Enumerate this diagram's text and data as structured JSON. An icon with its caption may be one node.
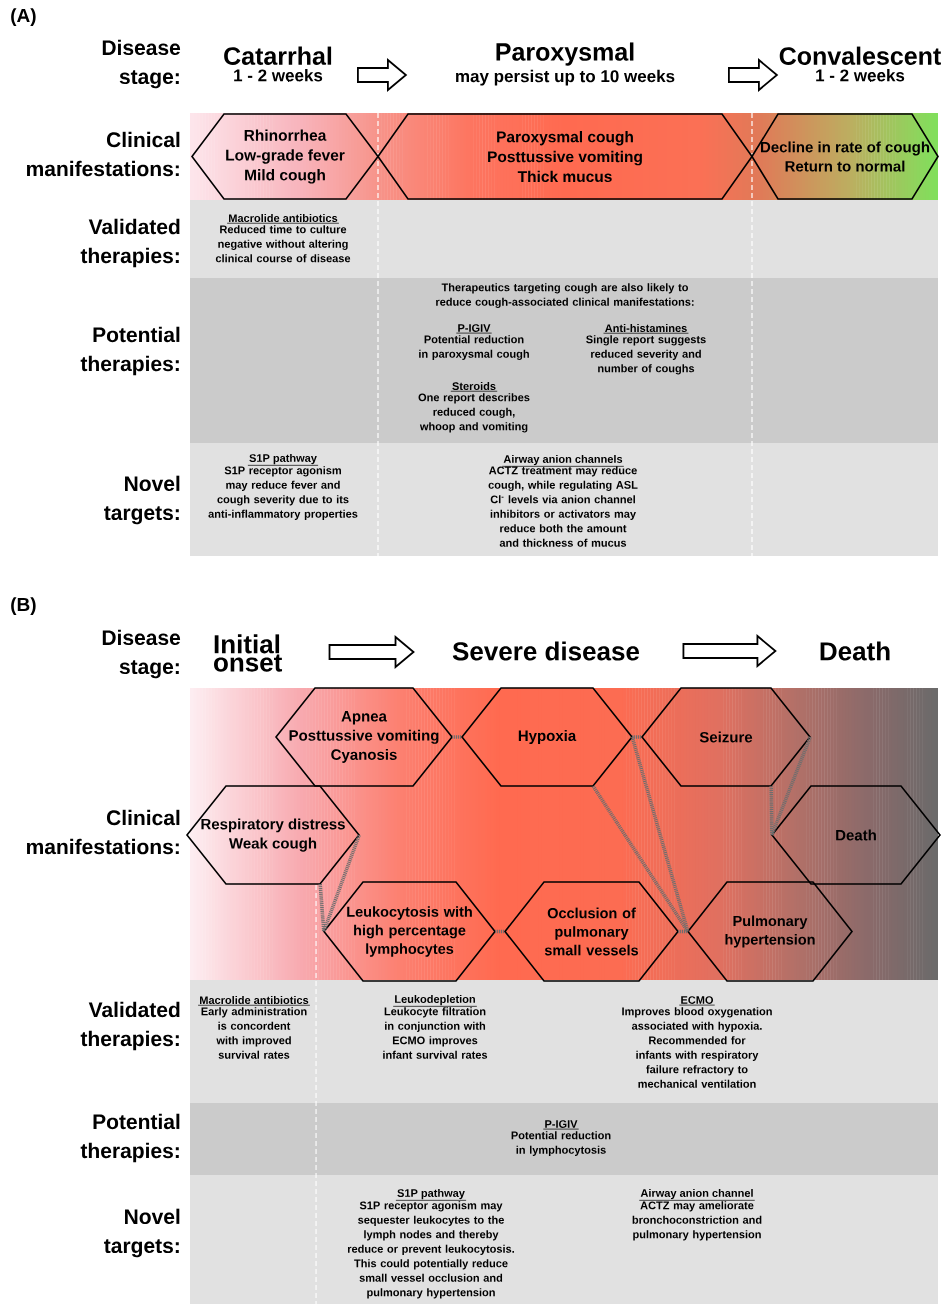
{
  "diagram": {
    "nodes": [
      {
        "text": [
          "Catarrhal",
          "1 - 2 weeks"
        ]
      },
      {
        "text": [
          "Paroxysmal",
          "may persist up to 10 weeks"
        ]
      },
      {
        "text": [
          "Convalescent",
          "1 - 2 weeks"
        ]
      },
      {
        "text": [
          "Rhinorrhea",
          "Low-grade fever",
          "Mild cough"
        ]
      },
      {
        "text": [
          "Paroxysmal cough",
          "Posttussive vomiting",
          "Thick mucus"
        ]
      },
      {
        "text": [
          "Decline in rate of cough",
          "Return to normal"
        ]
      },
      {
        "text": [
          "Initial onset"
        ]
      },
      {
        "text": [
          "Severe disease"
        ]
      },
      {
        "text": [
          "Death"
        ]
      },
      {
        "text": [
          "Apnea",
          "Posttussive vomiting",
          "Cyanosis"
        ]
      },
      {
        "text": [
          "Hypoxia"
        ]
      },
      {
        "text": [
          "Seizure"
        ]
      },
      {
        "text": [
          "Respiratory distress",
          "Weak cough"
        ]
      },
      {
        "text": [
          "Death"
        ]
      },
      {
        "text": [
          "Leukocytosis with high percentage lymphocytes"
        ]
      },
      {
        "text": [
          "Occlusion of pulmonary small vessels"
        ]
      },
      {
        "text": [
          "Pulmonary hypertension"
        ]
      }
    ],
    "edges": [
      {
        "from": 0,
        "to": 1,
        "arrow": "to"
      },
      {
        "from": 1,
        "to": 2,
        "arrow": "to"
      },
      {
        "from": 6,
        "to": 7,
        "arrow": "to"
      },
      {
        "from": 7,
        "to": 8,
        "arrow": "to"
      },
      {
        "from": 9,
        "to": 10,
        "arrow": "none",
        "style": "dashed"
      },
      {
        "from": 10,
        "to": 11,
        "arrow": "none",
        "style": "dashed"
      },
      {
        "from": 12,
        "to": 14,
        "arrow": "none",
        "style": "dashed"
      },
      {
        "from": 10,
        "to": 16,
        "arrow": "none",
        "style": "dashed"
      },
      {
        "from": 11,
        "to": 13,
        "arrow": "none",
        "style": "dashed"
      },
      {
        "from": 14,
        "to": 15,
        "arrow": "none",
        "style": "dashed"
      },
      {
        "from": 15,
        "to": 16,
        "arrow": "none",
        "style": "dashed"
      }
    ],
    "labels": [
      "(A)",
      "Disease stage:",
      "Clinical manifestations:",
      "Validated therapies:",
      "Potential therapies:",
      "Novel targets:",
      "Macrolide antibiotics",
      "Reduced time to culture negative without altering clinical course of disease",
      "Therapeutics targeting cough are also likely to reduce cough-associated clinical manifestations:",
      "P-IGIV",
      "Potential reduction in paroxysmal cough",
      "Anti-histamines",
      "Single report suggests reduced severity and number of coughs",
      "Steroids",
      "One report describes reduced cough, whoop and vomiting",
      "S1P pathway",
      "S1P receptor agonism may reduce fever and cough severity due to its anti-inflammatory properties",
      "Airway anion channels",
      "ACTZ treatment may reduce cough, while regulating ASL Cl$^{-}$ levels via anion channel inhibitors or activators may reduce both the amount and thickness of mucus",
      "(B)",
      "Disease stage:",
      "Clinical manifestations:",
      "Validated therapies:",
      "Potential therapies:",
      "Novel targets:",
      "Macrolide antibiotics",
      "Early administration is concordent with improved survival rates",
      "Leukodepletion",
      "Leukocyte filtration in conjunction with ECMO improves infant survival rates",
      "ECMO",
      "Improves blood oxygenation associated with hypoxia. Recommended for infants with respiratory failure refractory to mechanical ventilation",
      "P-IGIV",
      "Potential reduction in lymphocytosis",
      "S1P pathway",
      "S1P receptor agonism may sequester leukocytes to the lymph nodes and thereby reduce or prevent leukocytosis. This could potentially reduce small vessel occlusion and pulmonary hypertension",
      "Airway anion channel",
      "ACTZ may ameliorate bronchoconstriction and pulmonary hypertension"
    ]
  }
}
